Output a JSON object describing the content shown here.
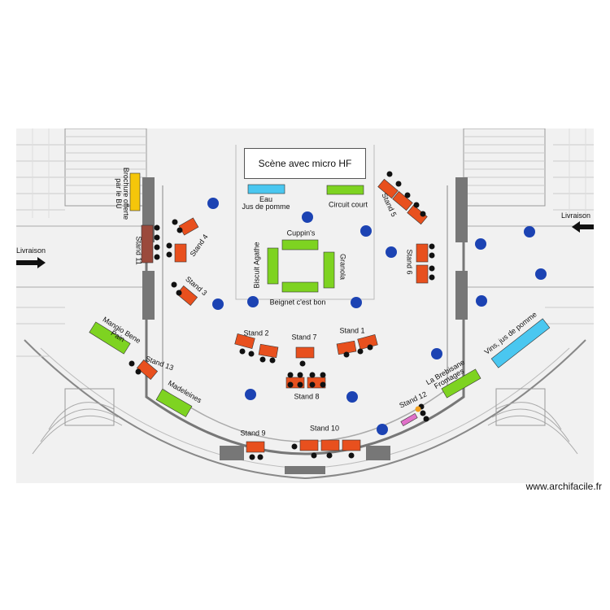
{
  "plan": {
    "title": "Scène avec micro HF",
    "credit": "www.archifacile.fr",
    "delivery_left": "Livraison",
    "delivery_right": "Livraison",
    "colors": {
      "stand": "#e8501e",
      "food": "#7ed321",
      "water": "#4ac7f0",
      "brochure": "#f5c60a",
      "stand11": "#9b4a3c",
      "seat": "#111111",
      "marker": "#1c43b3",
      "stand12": "#e070c8",
      "stand12_seat": "#f0a020"
    },
    "labels": {
      "brochure": "Brochure offerte\npar le BU",
      "stand11": "Stand 11",
      "stand4": "Stand 4",
      "stand3": "Stand 3",
      "stand5": "Stand 5",
      "stand6": "Stand 6",
      "stand2": "Stand 2",
      "stand7": "Stand 7",
      "stand1": "Stand 1",
      "stand8": "Stand 8",
      "stand9": "Stand 9",
      "stand10": "Stand 10",
      "stand12": "Stand 12",
      "stand13": "Stand 13",
      "eau": "Eau\nJus de pomme",
      "circuit": "Circuit court",
      "cuppins": "Cuppin's",
      "biscuit": "Biscuit Agathe",
      "granola": "Granola",
      "beignet": "Beignet c'est bon",
      "mangio": "Mangio Bene\nPain",
      "madeleines": "Madeleines",
      "brebisane": "La Brebisane\nFromages",
      "vins": "Vins, jus de pomme"
    }
  }
}
